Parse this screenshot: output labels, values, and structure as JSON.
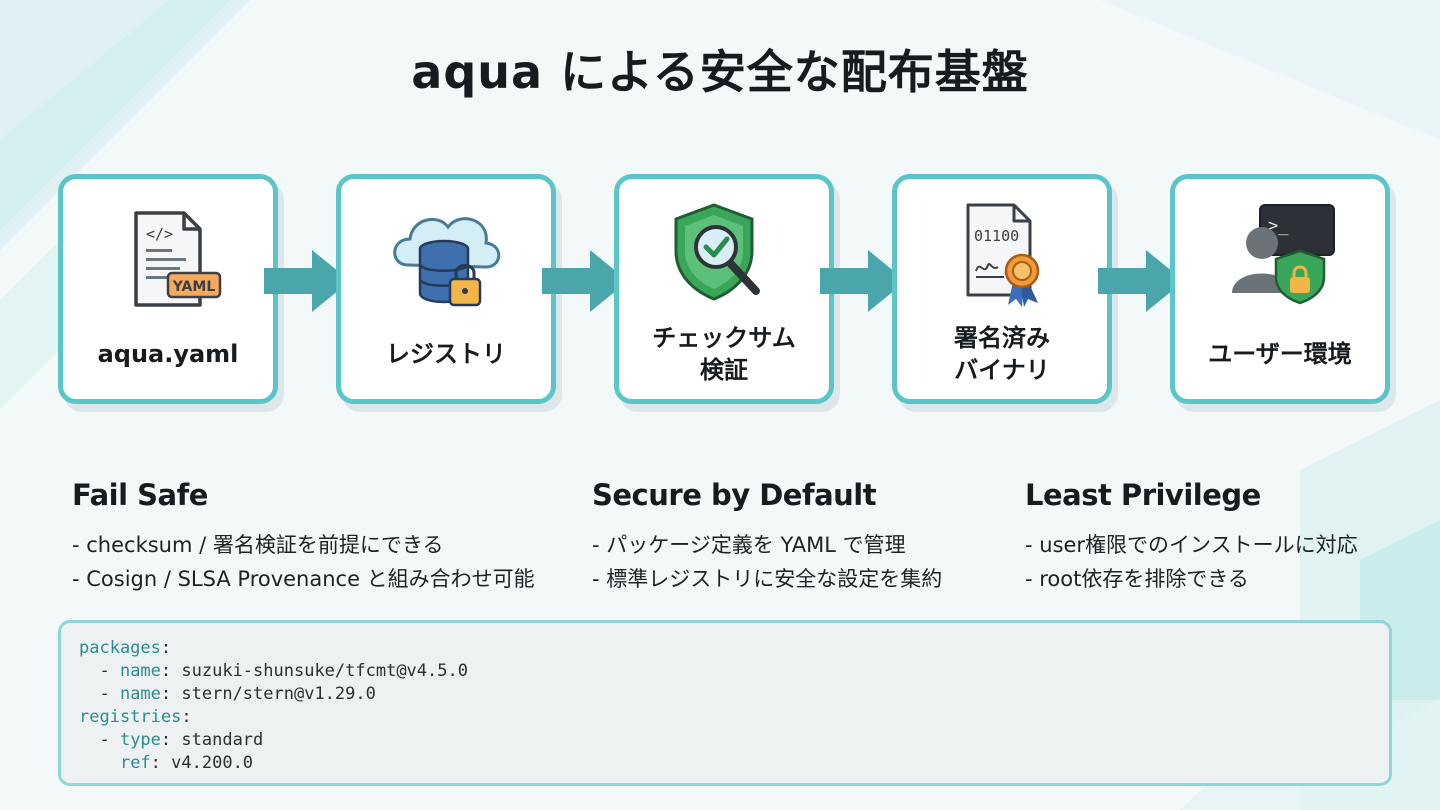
{
  "title": "aqua による安全な配布基盤",
  "steps": [
    {
      "lines": [
        "aqua.yaml"
      ],
      "icon": "yaml-file-icon",
      "badge": "YAML",
      "code": "</>"
    },
    {
      "lines": [
        "レジストリ"
      ],
      "icon": "cloud-database-lock-icon"
    },
    {
      "lines": [
        "チェックサム",
        "検証"
      ],
      "icon": "shield-check-magnifier-icon"
    },
    {
      "lines": [
        "署名済み",
        "バイナリ"
      ],
      "icon": "signed-binary-certificate-icon",
      "binary": "01100"
    },
    {
      "lines": [
        "ユーザー環境"
      ],
      "icon": "user-terminal-shield-icon",
      "prompt": ">_"
    }
  ],
  "principles": [
    {
      "title": "Fail Safe",
      "lines": [
        "- checksum / 署名検証を前提にできる",
        "- Cosign / SLSA Provenance と組み合わせ可能"
      ]
    },
    {
      "title": "Secure by Default",
      "lines": [
        "- パッケージ定義を YAML で管理",
        "- 標準レジストリに安全な設定を集約"
      ]
    },
    {
      "title": "Least Privilege",
      "lines": [
        "- user権限でのインストールに対応",
        "- root依存を排除できる"
      ]
    }
  ],
  "code": [
    {
      "indent": "",
      "key": "packages",
      "sep": ":",
      "value": ""
    },
    {
      "indent": "  - ",
      "key": "name",
      "sep": ": ",
      "value": "suzuki-shunsuke/tfcmt@v4.5.0"
    },
    {
      "indent": "  - ",
      "key": "name",
      "sep": ": ",
      "value": "stern/stern@v1.29.0"
    },
    {
      "indent": "",
      "key": "registries",
      "sep": ":",
      "value": ""
    },
    {
      "indent": "  - ",
      "key": "type",
      "sep": ": ",
      "value": "standard"
    },
    {
      "indent": "    ",
      "key": "ref",
      "sep": ": ",
      "value": "v4.200.0"
    }
  ],
  "colors": {
    "accent": "#5cc5c8",
    "arrow": "#4aa6aa",
    "shield": "#3aa65a",
    "badge": "#f5a04a"
  }
}
